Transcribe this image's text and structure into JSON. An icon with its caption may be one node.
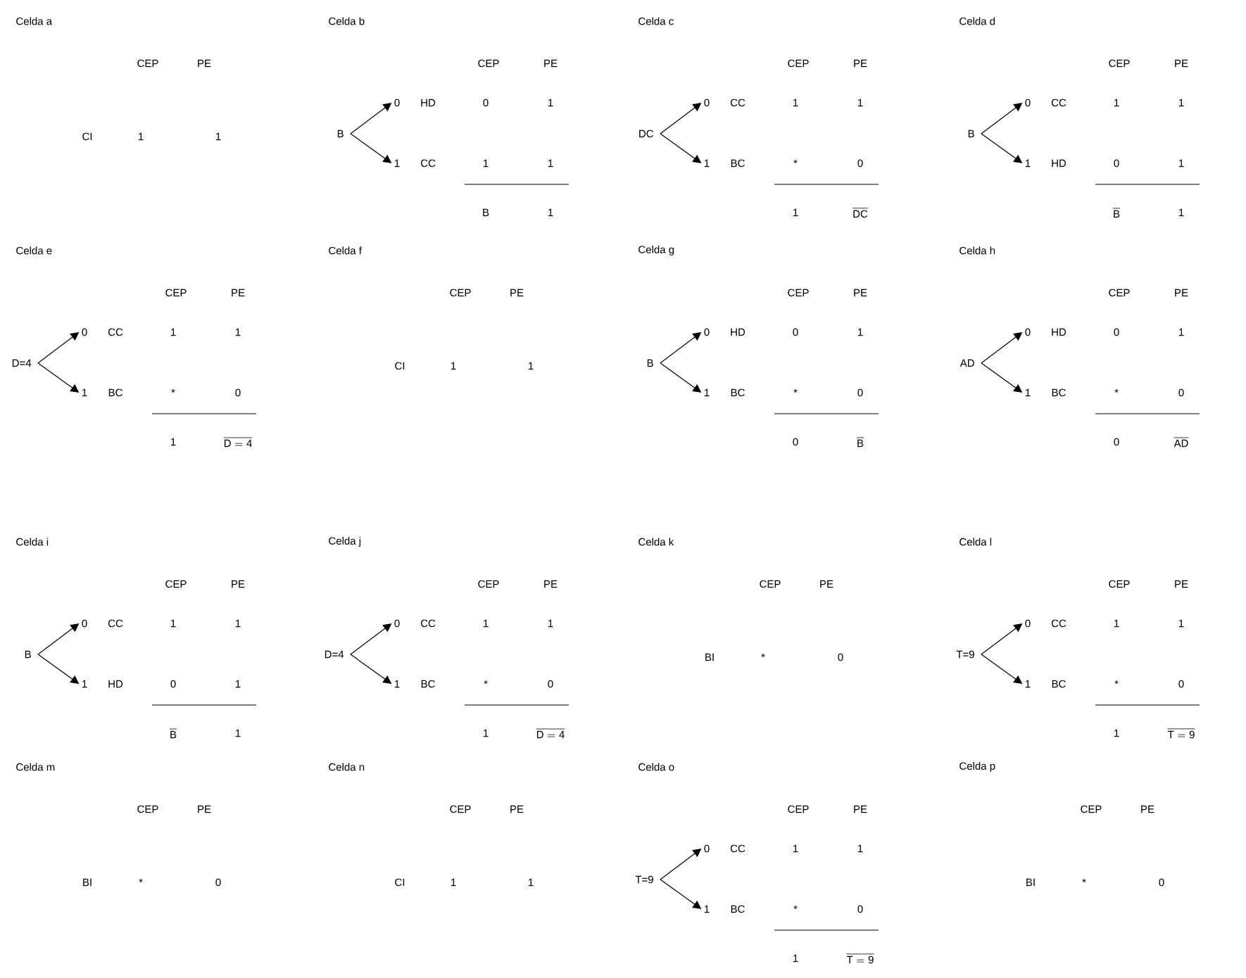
{
  "diagram": {
    "nodes": [
      {
        "text": [
          "B"
        ]
      },
      {
        "text": [
          "0"
        ]
      },
      {
        "text": [
          "1"
        ]
      },
      {
        "text": [
          "DC"
        ]
      },
      {
        "text": [
          "0"
        ]
      },
      {
        "text": [
          "1"
        ]
      },
      {
        "text": [
          "B"
        ]
      },
      {
        "text": [
          "0"
        ]
      },
      {
        "text": [
          "1"
        ]
      },
      {
        "text": [
          "D=4"
        ]
      },
      {
        "text": [
          "0"
        ]
      },
      {
        "text": [
          "1"
        ]
      },
      {
        "text": [
          "B"
        ]
      },
      {
        "text": [
          "0"
        ]
      },
      {
        "text": [
          "1"
        ]
      },
      {
        "text": [
          "AD"
        ]
      },
      {
        "text": [
          "0"
        ]
      },
      {
        "text": [
          "1"
        ]
      },
      {
        "text": [
          "B"
        ]
      },
      {
        "text": [
          "0"
        ]
      },
      {
        "text": [
          "1"
        ]
      },
      {
        "text": [
          "D=4"
        ]
      },
      {
        "text": [
          "0"
        ]
      },
      {
        "text": [
          "1"
        ]
      },
      {
        "text": [
          "T=9"
        ]
      },
      {
        "text": [
          "0"
        ]
      },
      {
        "text": [
          "1"
        ]
      },
      {
        "text": [
          "T=9"
        ]
      },
      {
        "text": [
          "0"
        ]
      },
      {
        "text": [
          "1"
        ]
      }
    ],
    "edges": [
      {
        "from": 0,
        "to": 1,
        "arrow": "to"
      },
      {
        "from": 0,
        "to": 2,
        "arrow": "to"
      },
      {
        "from": 3,
        "to": 4,
        "arrow": "to"
      },
      {
        "from": 3,
        "to": 5,
        "arrow": "to"
      },
      {
        "from": 6,
        "to": 7,
        "arrow": "to"
      },
      {
        "from": 6,
        "to": 8,
        "arrow": "to"
      },
      {
        "from": 9,
        "to": 10,
        "arrow": "to"
      },
      {
        "from": 9,
        "to": 11,
        "arrow": "to"
      },
      {
        "from": 12,
        "to": 13,
        "arrow": "to"
      },
      {
        "from": 12,
        "to": 14,
        "arrow": "to"
      },
      {
        "from": 15,
        "to": 16,
        "arrow": "to"
      },
      {
        "from": 15,
        "to": 17,
        "arrow": "to"
      },
      {
        "from": 18,
        "to": 19,
        "arrow": "to"
      },
      {
        "from": 18,
        "to": 20,
        "arrow": "to"
      },
      {
        "from": 21,
        "to": 22,
        "arrow": "to"
      },
      {
        "from": 21,
        "to": 23,
        "arrow": "to"
      },
      {
        "from": 24,
        "to": 25,
        "arrow": "to"
      },
      {
        "from": 24,
        "to": 26,
        "arrow": "to"
      },
      {
        "from": 27,
        "to": 28,
        "arrow": "to"
      },
      {
        "from": 27,
        "to": 29,
        "arrow": "to"
      }
    ],
    "labels": [
      "Celda a",
      "CEP",
      "PE",
      "CI",
      "1",
      "1",
      "Celda b",
      "CEP",
      "PE",
      "HD",
      "0",
      "1",
      "CC",
      "1",
      "1",
      "B",
      "1",
      "Celda c",
      "CEP",
      "PE",
      "CC",
      "1",
      "1",
      "BC",
      "*",
      "0",
      "1",
      "\\overline{\\mathrm{DC}}",
      "Celda d",
      "CEP",
      "PE",
      "CC",
      "1",
      "1",
      "HD",
      "0",
      "1",
      "\\overline{\\mathrm{B}}",
      "1",
      "Celda e",
      "CEP",
      "PE",
      "CC",
      "1",
      "1",
      "BC",
      "*",
      "0",
      "1",
      "\\overline{\\mathrm{D=4}}",
      "Celda f",
      "CEP",
      "PE",
      "CI",
      "1",
      "1",
      "Celda g",
      "CEP",
      "PE",
      "HD",
      "0",
      "1",
      "BC",
      "*",
      "0",
      "0",
      "\\overline{\\mathrm{B}}",
      "Celda h",
      "CEP",
      "PE",
      "HD",
      "0",
      "1",
      "BC",
      "*",
      "0",
      "0",
      "\\overline{\\mathrm{AD}}",
      "Celda i",
      "CEP",
      "PE",
      "CC",
      "1",
      "1",
      "HD",
      "0",
      "1",
      "\\overline{\\mathrm{B}}",
      "1",
      "Celda j",
      "CEP",
      "PE",
      "CC",
      "1",
      "1",
      "BC",
      "*",
      "0",
      "1",
      "\\overline{\\mathrm{D=4}}",
      "Celda k",
      "CEP",
      "PE",
      "BI",
      "*",
      "0",
      "Celda l",
      "CEP",
      "PE",
      "CC",
      "1",
      "1",
      "BC",
      "*",
      "0",
      "1",
      "\\overline{\\mathrm{T=9}}",
      "Celda m",
      "CEP",
      "PE",
      "BI",
      "*",
      "0",
      "Celda n",
      "CEP",
      "PE",
      "CI",
      "1",
      "1",
      "Celda o",
      "CEP",
      "PE",
      "CC",
      "1",
      "1",
      "BC",
      "*",
      "0",
      "1",
      "\\overline{\\mathrm{T=9}}",
      "Celda p",
      "CEP",
      "PE",
      "BI",
      "*",
      "0"
    ]
  }
}
